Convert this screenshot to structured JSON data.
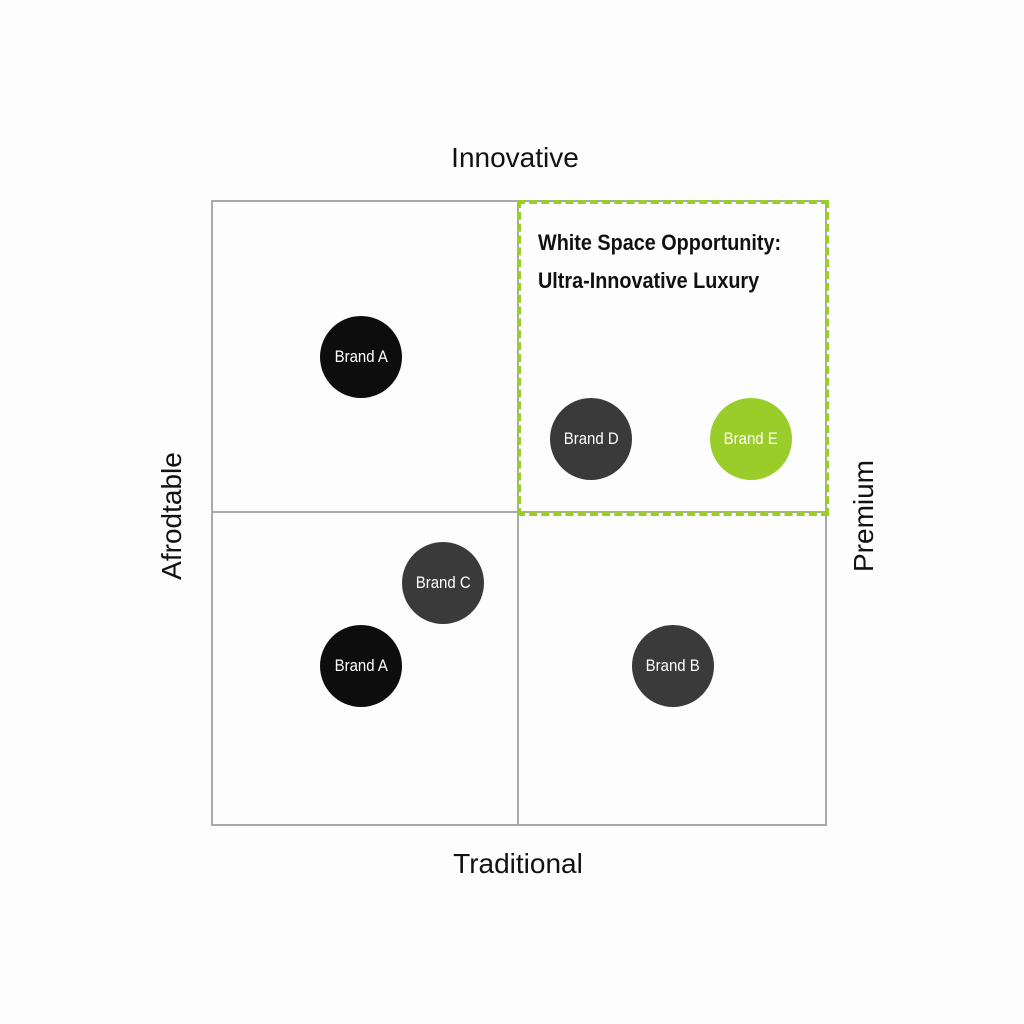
{
  "axes": {
    "top": "Innovative",
    "bottom": "Traditional",
    "left": "Afrodtable",
    "right": "Premium"
  },
  "highlight": {
    "title_line1": "White Space Opportunity:",
    "title_line2": "Ultra-Innovative Luxury",
    "color": "#9acd2a"
  },
  "brands": [
    {
      "label": "Brand A",
      "color": "#0d0d0d"
    },
    {
      "label": "Brand D",
      "color": "#3a3a3a"
    },
    {
      "label": "Brand E",
      "color": "#9acd2a"
    },
    {
      "label": "Brand C",
      "color": "#3a3a3a"
    },
    {
      "label": "Brand A",
      "color": "#0d0d0d"
    },
    {
      "label": "Brand B",
      "color": "#3a3a3a"
    }
  ]
}
